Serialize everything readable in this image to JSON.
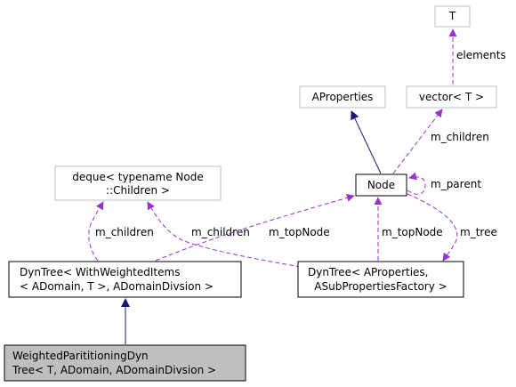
{
  "colors": {
    "background": "#ffffff",
    "node_border": "#000000",
    "node_border_external": "#bfbfbf",
    "highlight_fill": "#bfbfbf",
    "inheritance_edge": "#191970",
    "usage_edge": "#9a32cd"
  },
  "nodes": {
    "t": {
      "lines": [
        "T"
      ]
    },
    "aproperties": {
      "lines": [
        "AProperties"
      ]
    },
    "vector": {
      "lines": [
        "vector< T >"
      ]
    },
    "deque": {
      "lines": [
        "deque< typename Node",
        "::Children >"
      ]
    },
    "node": {
      "lines": [
        "Node"
      ]
    },
    "dyntree_weighted": {
      "lines": [
        "DynTree< WithWeightedItems",
        "< ADomain, T >, ADomainDivsion >"
      ]
    },
    "dyntree_aprops": {
      "lines": [
        "DynTree< AProperties,",
        "ASubPropertiesFactory >"
      ]
    },
    "weighted": {
      "lines": [
        "WeightedParititioningDyn",
        "Tree< T, ADomain, ADomainDivsion >"
      ]
    }
  },
  "edges": {
    "elements": "elements",
    "vector_children": "m_children",
    "m_parent": "m_parent",
    "deque_children_left": "m_children",
    "deque_children_right": "m_children",
    "m_topnode_left": "m_topNode",
    "m_topnode_right": "m_topNode",
    "m_tree": "m_tree"
  }
}
